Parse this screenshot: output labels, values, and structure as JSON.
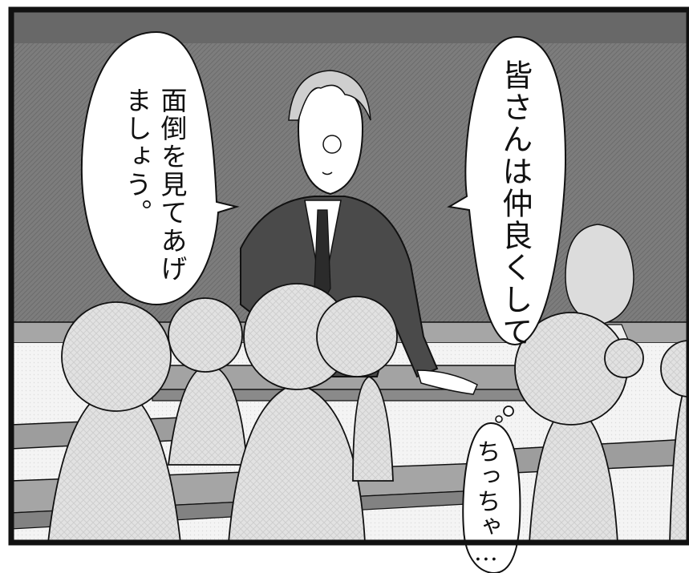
{
  "panel": {
    "speech_right": "皆さんは仲良くして",
    "speech_left_lines": [
      "面倒を見てあげ",
      "ましょう。"
    ],
    "thought": "ちっちゃ…"
  },
  "colors": {
    "board": "#7a7a7a",
    "board_top": "#6a6a6a",
    "ink": "#111111",
    "desk": "#9a9a9a",
    "floor": "#f2f2f2",
    "student": "#e0e0e0"
  }
}
